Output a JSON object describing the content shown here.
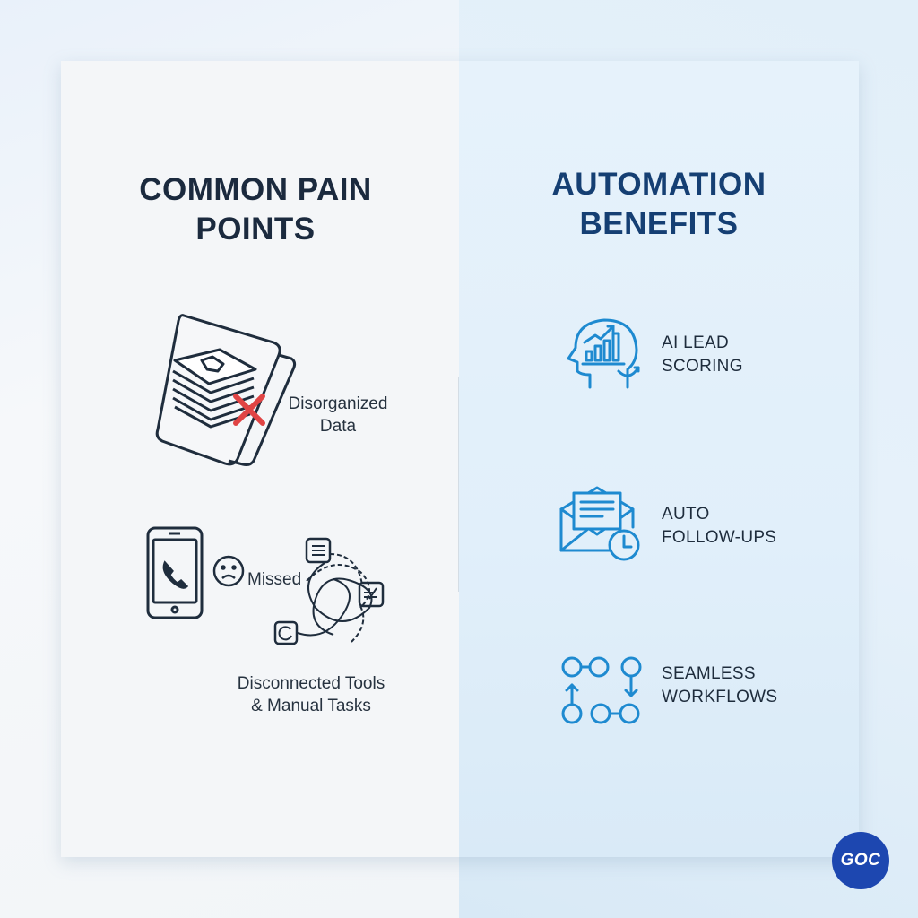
{
  "left_panel": {
    "heading_line1": "COMMON PAIN",
    "heading_line2": "POINTS",
    "items": [
      {
        "icon": "disorganized-files-icon",
        "label_line1": "Disorganized",
        "label_line2": "Data"
      },
      {
        "icon": "missed-call-phone-icon",
        "inline_label": "Missed"
      },
      {
        "icon": "tangled-tools-icon",
        "label_line1": "Disconnected Tools",
        "label_line2": "& Manual Tasks"
      }
    ]
  },
  "right_panel": {
    "heading_line1": "AUTOMATION",
    "heading_line2": "BENEFITS",
    "items": [
      {
        "icon": "ai-head-chart-icon",
        "label_line1": "AI LEAD",
        "label_line2": "SCORING"
      },
      {
        "icon": "envelope-clock-icon",
        "label_line1": "AUTO",
        "label_line2": "FOLLOW-UPS"
      },
      {
        "icon": "workflow-nodes-icon",
        "label_line1": "SEAMLESS",
        "label_line2": "WORKFLOWS"
      }
    ]
  },
  "logo": {
    "text": "GOC"
  },
  "colors": {
    "left_heading": "#1b2a3e",
    "right_heading": "#153f73",
    "icon_dark": "#1f2d3d",
    "icon_blue": "#1e8ad0",
    "error_red": "#e04444",
    "logo_bg": "#1d47b0"
  }
}
